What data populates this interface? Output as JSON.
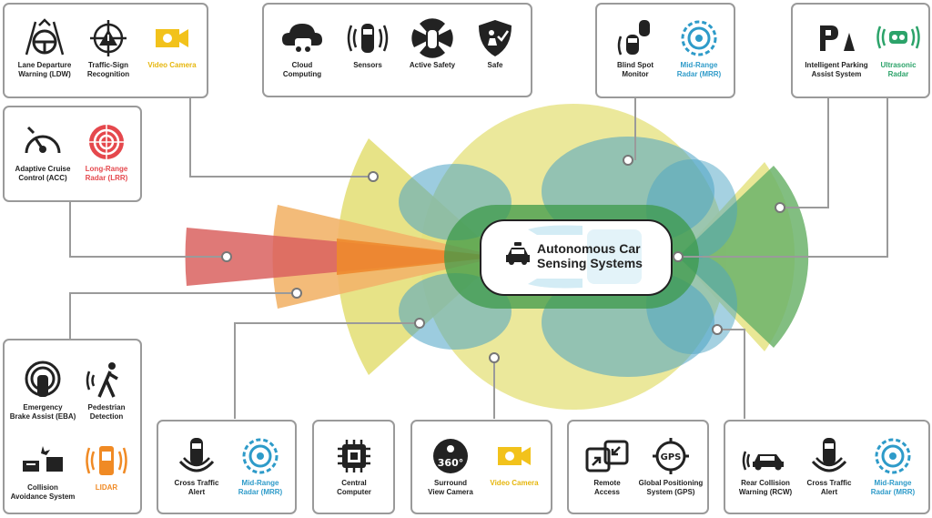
{
  "title": "Autonomous Car\nSensing Systems",
  "colors": {
    "yellow": "#e6b60d",
    "red": "#e5484d",
    "blue": "#2e9bc9",
    "green": "#2ca36a",
    "orange": "#f08a24",
    "dark": "#222222"
  },
  "boxes": {
    "top_left": [
      {
        "label": "Lane Departure\nWarning (LDW)",
        "icon": "steering-wheel-icon"
      },
      {
        "label": "Traffic-Sign\nRecognition",
        "icon": "warning-sign-icon"
      },
      {
        "label": "Video Camera",
        "icon": "video-camera-icon"
      }
    ],
    "top_mid": [
      {
        "label": "Cloud\nComputing",
        "icon": "cloud-car-icon"
      },
      {
        "label": "Sensors",
        "icon": "car-sensors-icon"
      },
      {
        "label": "Active Safety",
        "icon": "active-safety-icon"
      },
      {
        "label": "Safe",
        "icon": "shield-check-icon"
      }
    ],
    "top_right1": [
      {
        "label": "Blind Spot\nMonitor",
        "icon": "blind-spot-icon"
      },
      {
        "label": "Mid-Range\nRadar (MRR)",
        "icon": "radar-icon"
      }
    ],
    "top_right2": [
      {
        "label": "Intelligent Parking\nAssist System",
        "icon": "parking-icon"
      },
      {
        "label": "Ultrasonic\nRadar",
        "icon": "ultrasonic-icon"
      }
    ],
    "mid_left": [
      {
        "label": "Adaptive Cruise\nControl (ACC)",
        "icon": "speedometer-icon"
      },
      {
        "label": "Long-Range\nRadar (LRR)",
        "icon": "radar-icon"
      }
    ],
    "bottom_left": [
      {
        "label": "Emergency\nBrake Assist (EBA)",
        "icon": "brake-icon"
      },
      {
        "label": "Pedestrian\nDetection",
        "icon": "pedestrian-icon"
      },
      {
        "label": "Collision\nAvoidance System",
        "icon": "collision-icon"
      },
      {
        "label": "LIDAR",
        "icon": "lidar-icon"
      }
    ],
    "bottom_1": [
      {
        "label": "Cross Traffic\nAlert",
        "icon": "cross-traffic-icon"
      },
      {
        "label": "Mid-Range\nRadar (MRR)",
        "icon": "radar-icon"
      }
    ],
    "bottom_2": [
      {
        "label": "Central\nComputer",
        "icon": "chip-icon"
      }
    ],
    "bottom_3": [
      {
        "label": "Surround\nView Camera",
        "icon": "camera-360-icon"
      },
      {
        "label": "Video Camera",
        "icon": "video-camera-icon"
      }
    ],
    "bottom_4": [
      {
        "label": "Remote\nAccess",
        "icon": "remote-access-icon"
      },
      {
        "label": "Global Positioning\nSystem (GPS)",
        "icon": "gps-icon"
      }
    ],
    "bottom_5": [
      {
        "label": "Rear Collision\nWarning (RCW)",
        "icon": "rear-collision-icon"
      },
      {
        "label": "Cross Traffic\nAlert",
        "icon": "cross-traffic-icon"
      },
      {
        "label": "Mid-Range\nRadar (MRR)",
        "icon": "radar-icon"
      }
    ]
  }
}
